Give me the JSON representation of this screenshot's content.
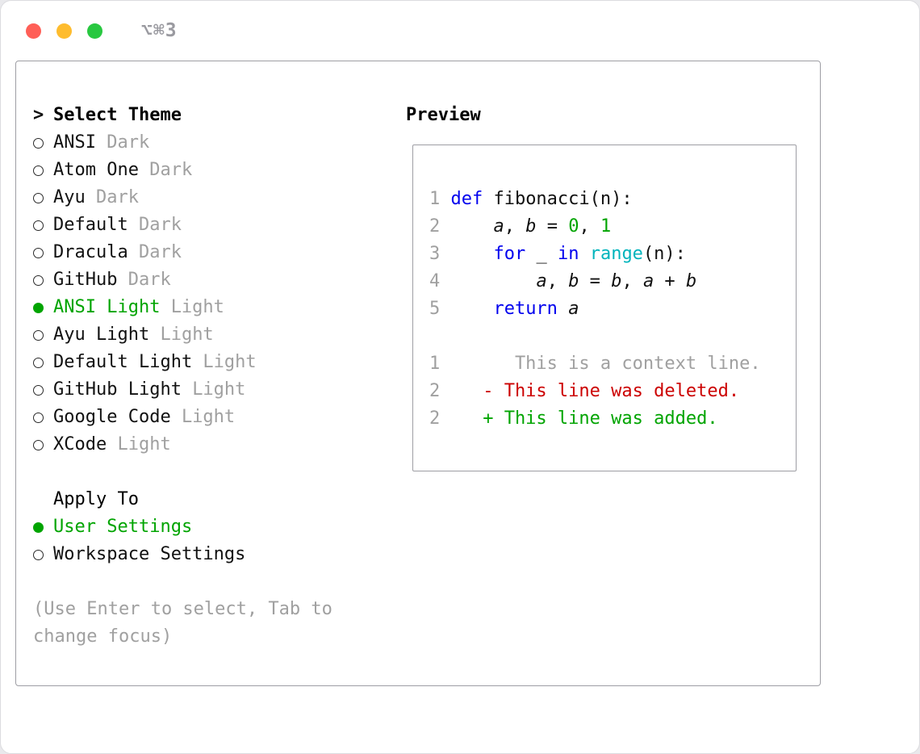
{
  "window": {
    "title": "⌥⌘3"
  },
  "colors": {
    "accent_green": "#00a400",
    "keyword_blue": "#0000ee",
    "builtin_cyan": "#00b4bc",
    "deleted_red": "#cc0000",
    "muted_gray": "#a0a0a0",
    "text_black": "#111111",
    "panel_border": "#9e9ea4",
    "traffic_red": "#ff5f57",
    "traffic_yellow": "#febc2e",
    "traffic_green": "#28c840"
  },
  "themes": {
    "prompt": ">",
    "header": "Select Theme",
    "items": [
      {
        "name": "ANSI",
        "variant": "Dark",
        "selected": false
      },
      {
        "name": "Atom One",
        "variant": "Dark",
        "selected": false
      },
      {
        "name": "Ayu",
        "variant": "Dark",
        "selected": false
      },
      {
        "name": "Default",
        "variant": "Dark",
        "selected": false
      },
      {
        "name": "Dracula",
        "variant": "Dark",
        "selected": false
      },
      {
        "name": "GitHub",
        "variant": "Dark",
        "selected": false
      },
      {
        "name": "ANSI Light",
        "variant": "Light",
        "selected": true
      },
      {
        "name": "Ayu Light",
        "variant": "Light",
        "selected": false
      },
      {
        "name": "Default Light",
        "variant": "Light",
        "selected": false
      },
      {
        "name": "GitHub Light",
        "variant": "Light",
        "selected": false
      },
      {
        "name": "Google Code",
        "variant": "Light",
        "selected": false
      },
      {
        "name": "XCode",
        "variant": "Light",
        "selected": false
      }
    ]
  },
  "apply_to": {
    "header": "Apply To",
    "options": [
      {
        "label": "User Settings",
        "selected": true
      },
      {
        "label": "Workspace Settings",
        "selected": false
      }
    ]
  },
  "hint": "(Use Enter to select, Tab to change focus)",
  "preview": {
    "header": "Preview",
    "code": [
      {
        "num": "1",
        "tokens": [
          {
            "text": "def ",
            "style": "kw"
          },
          {
            "text": "fibonacci(n):",
            "style": "plain"
          }
        ]
      },
      {
        "num": "2",
        "tokens": [
          {
            "text": "    ",
            "style": "plain"
          },
          {
            "text": "a",
            "style": "var"
          },
          {
            "text": ", ",
            "style": "plain"
          },
          {
            "text": "b",
            "style": "var"
          },
          {
            "text": " = ",
            "style": "plain"
          },
          {
            "text": "0",
            "style": "num"
          },
          {
            "text": ", ",
            "style": "plain"
          },
          {
            "text": "1",
            "style": "num"
          }
        ]
      },
      {
        "num": "3",
        "tokens": [
          {
            "text": "    ",
            "style": "plain"
          },
          {
            "text": "for",
            "style": "kw"
          },
          {
            "text": " _ ",
            "style": "plain"
          },
          {
            "text": "in",
            "style": "kw"
          },
          {
            "text": " ",
            "style": "plain"
          },
          {
            "text": "range",
            "style": "fn"
          },
          {
            "text": "(n):",
            "style": "plain"
          }
        ]
      },
      {
        "num": "4",
        "tokens": [
          {
            "text": "        ",
            "style": "plain"
          },
          {
            "text": "a",
            "style": "var"
          },
          {
            "text": ", ",
            "style": "plain"
          },
          {
            "text": "b",
            "style": "var"
          },
          {
            "text": " = ",
            "style": "plain"
          },
          {
            "text": "b",
            "style": "var"
          },
          {
            "text": ", ",
            "style": "plain"
          },
          {
            "text": "a",
            "style": "var"
          },
          {
            "text": " + ",
            "style": "plain"
          },
          {
            "text": "b",
            "style": "var"
          }
        ]
      },
      {
        "num": "5",
        "tokens": [
          {
            "text": "    ",
            "style": "plain"
          },
          {
            "text": "return",
            "style": "kw"
          },
          {
            "text": " ",
            "style": "plain"
          },
          {
            "text": "a",
            "style": "var"
          }
        ]
      }
    ],
    "diff": [
      {
        "num": "1",
        "text": "      This is a context line.",
        "kind": "context"
      },
      {
        "num": "2",
        "text": "   - This line was deleted.",
        "kind": "deleted"
      },
      {
        "num": "2",
        "text": "   + This line was added.",
        "kind": "added"
      }
    ]
  }
}
